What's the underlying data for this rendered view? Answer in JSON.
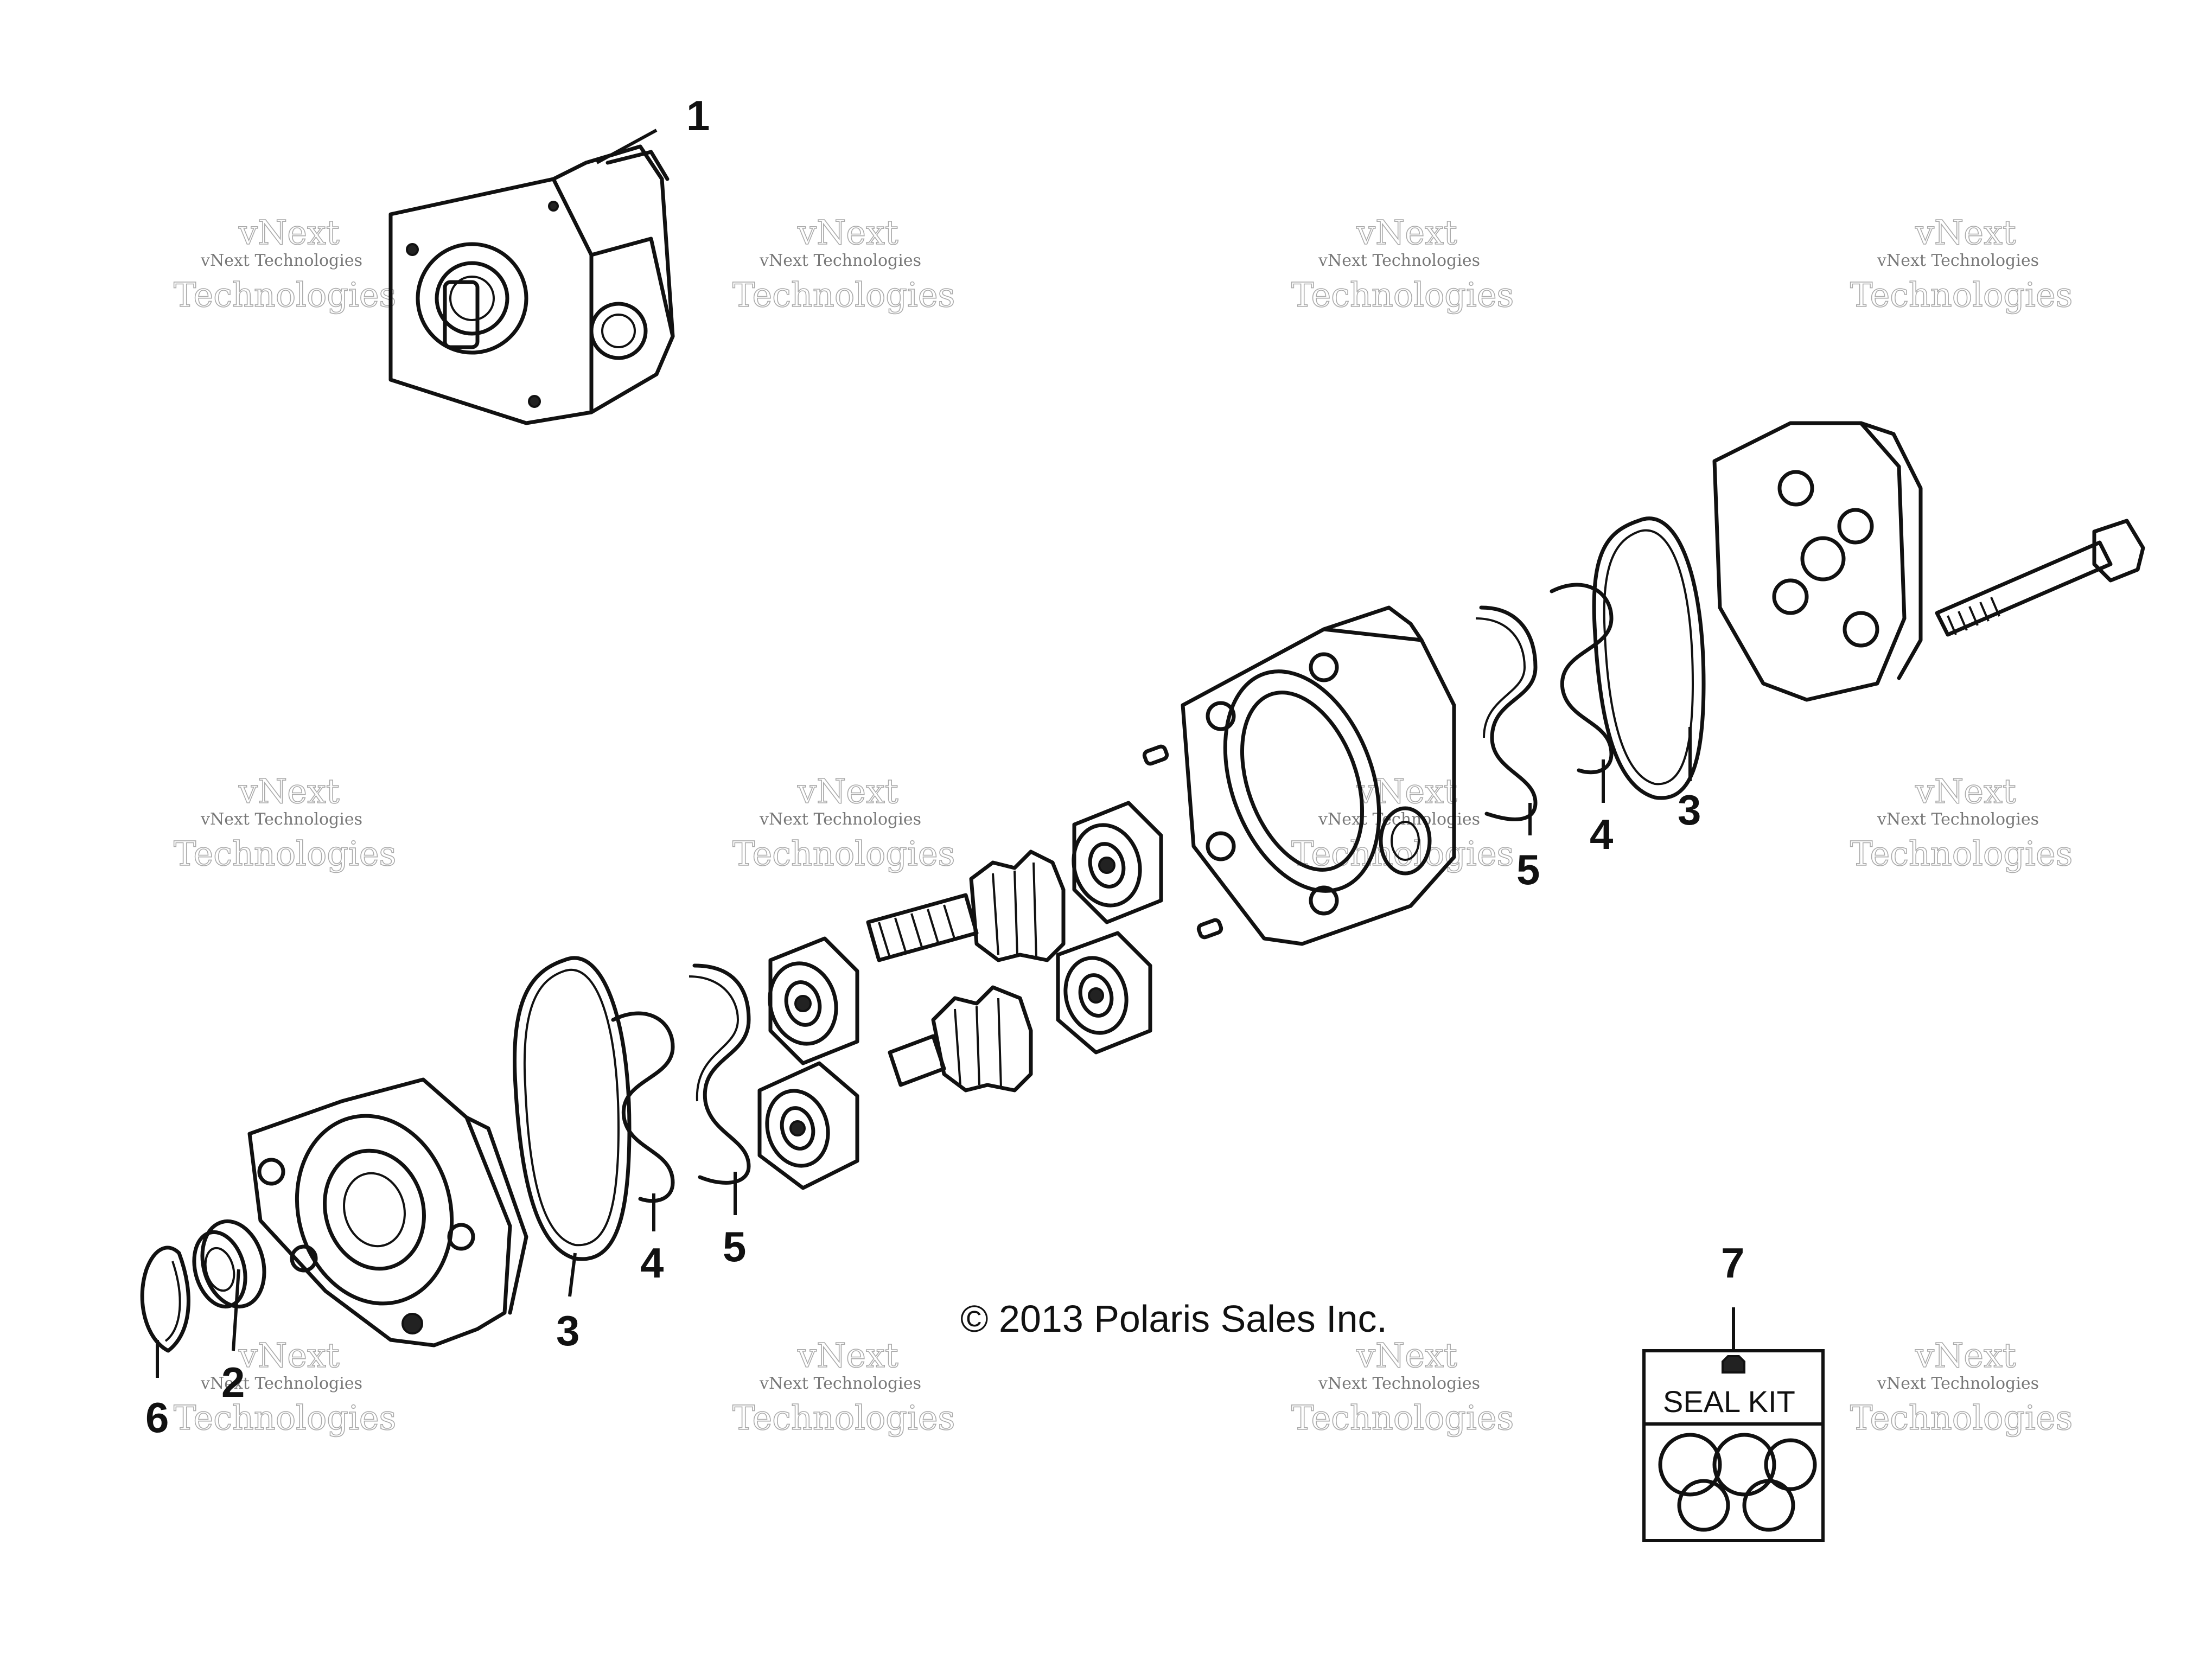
{
  "callouts": [
    {
      "label": "1"
    },
    {
      "label": "2"
    },
    {
      "label": "3"
    },
    {
      "label": "3"
    },
    {
      "label": "4"
    },
    {
      "label": "4"
    },
    {
      "label": "5"
    },
    {
      "label": "5"
    },
    {
      "label": "6"
    },
    {
      "label": "7"
    }
  ],
  "copyright": "© 2013 Polaris Sales Inc.",
  "seal_kit": {
    "label": "SEAL KIT"
  },
  "watermark": {
    "line1": "vNext Technologies",
    "line2": "Technologies",
    "line3": "vNext"
  }
}
